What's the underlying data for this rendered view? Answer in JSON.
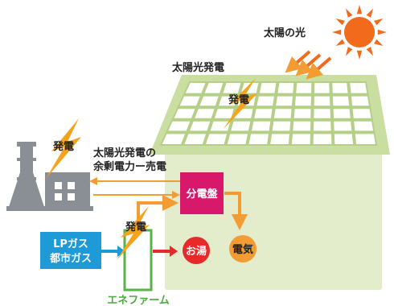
{
  "labels": {
    "sunlight": "太陽の光",
    "solar_power": "太陽光発電",
    "generation_roof": "発電",
    "generation_plant": "発電",
    "generation_fuelcell": "発電",
    "surplus_line1": "太陽光発電の",
    "surplus_line2": "余剰電力ー売電",
    "distribution_board": "分電盤",
    "gas_line1": "LPガス",
    "gas_line2": "都市ガス",
    "hot_water": "お湯",
    "electricity": "電気",
    "enefarm": "エネファーム"
  },
  "colors": {
    "roof_fill": "#c9dea0",
    "roof_frame": "#b5cf86",
    "house_fill": "#e3eccb",
    "sun": "#f26b1d",
    "arrow_orange": "#f39c33",
    "lightning": "#f6a21b",
    "distribution_board": "#d8196b",
    "gas_box": "#1e9ad6",
    "hot_water": "#e8292a",
    "electricity": "#f39c33",
    "enefarm": "#57b247",
    "enefarm_label": "#4aab3a",
    "plant": "#8a8f95"
  },
  "icons": {
    "sun": "sun-icon",
    "lightning": "lightning-bolt-icon",
    "plant": "power-plant-icon",
    "fuel_cell": "fuel-cell-unit-icon"
  }
}
